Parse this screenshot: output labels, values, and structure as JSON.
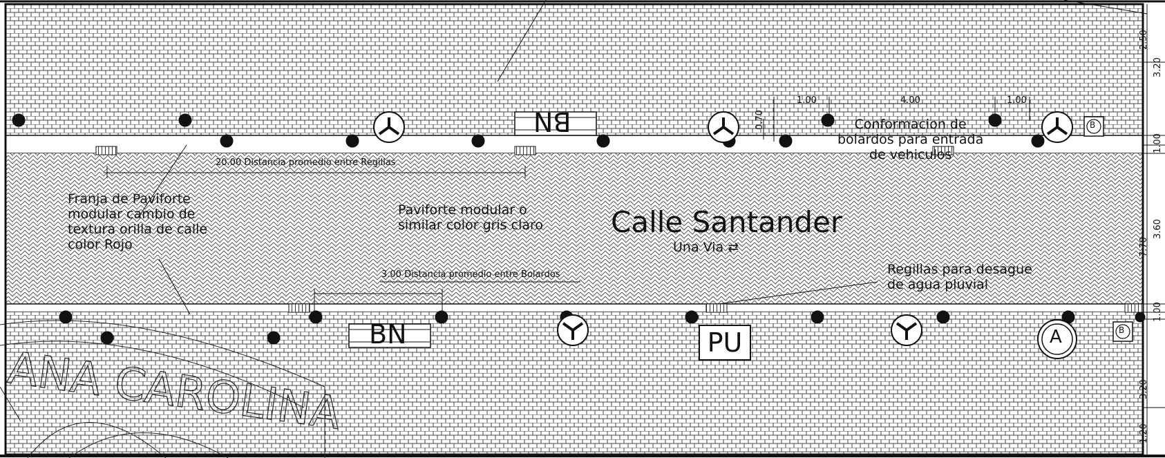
{
  "drawing": {
    "street_name": "Calle Santander",
    "street_direction": "Una Via",
    "notes": {
      "paviforte_strip": [
        "Franja de Paviforte",
        "modular cambio de",
        "textura orilla de calle",
        "color Rojo"
      ],
      "paviforte_modular": [
        "Paviforte modular o",
        "similar color gris claro"
      ],
      "bollard_config": [
        "Conformacion de",
        "bolardos para entrada",
        "de vehiculos"
      ],
      "drain_grilles": [
        "Regillas para desague",
        "de agua pluvial"
      ],
      "dist_grilles": "20.00 Distancia promedio entre Regillas",
      "dist_bollards": "3.00 Distancia promedio entre Bolardos"
    },
    "dims_top": [
      "1.00",
      "4.00",
      "1.00"
    ],
    "dim_small": "0.70",
    "dims_right": [
      "2.50",
      "3.20",
      "1.00",
      "3.60",
      "7.70",
      "1.00",
      "3.20",
      "1.20"
    ],
    "signs": {
      "bn_top": "BN",
      "bn_bottom": "BN",
      "pu": "PU",
      "a": "A",
      "b": "B"
    },
    "watermark": "ANA CAROLINA",
    "colors": {
      "line": "#111111",
      "hatch": "#4a4a4a",
      "background": "#ffffff"
    }
  }
}
